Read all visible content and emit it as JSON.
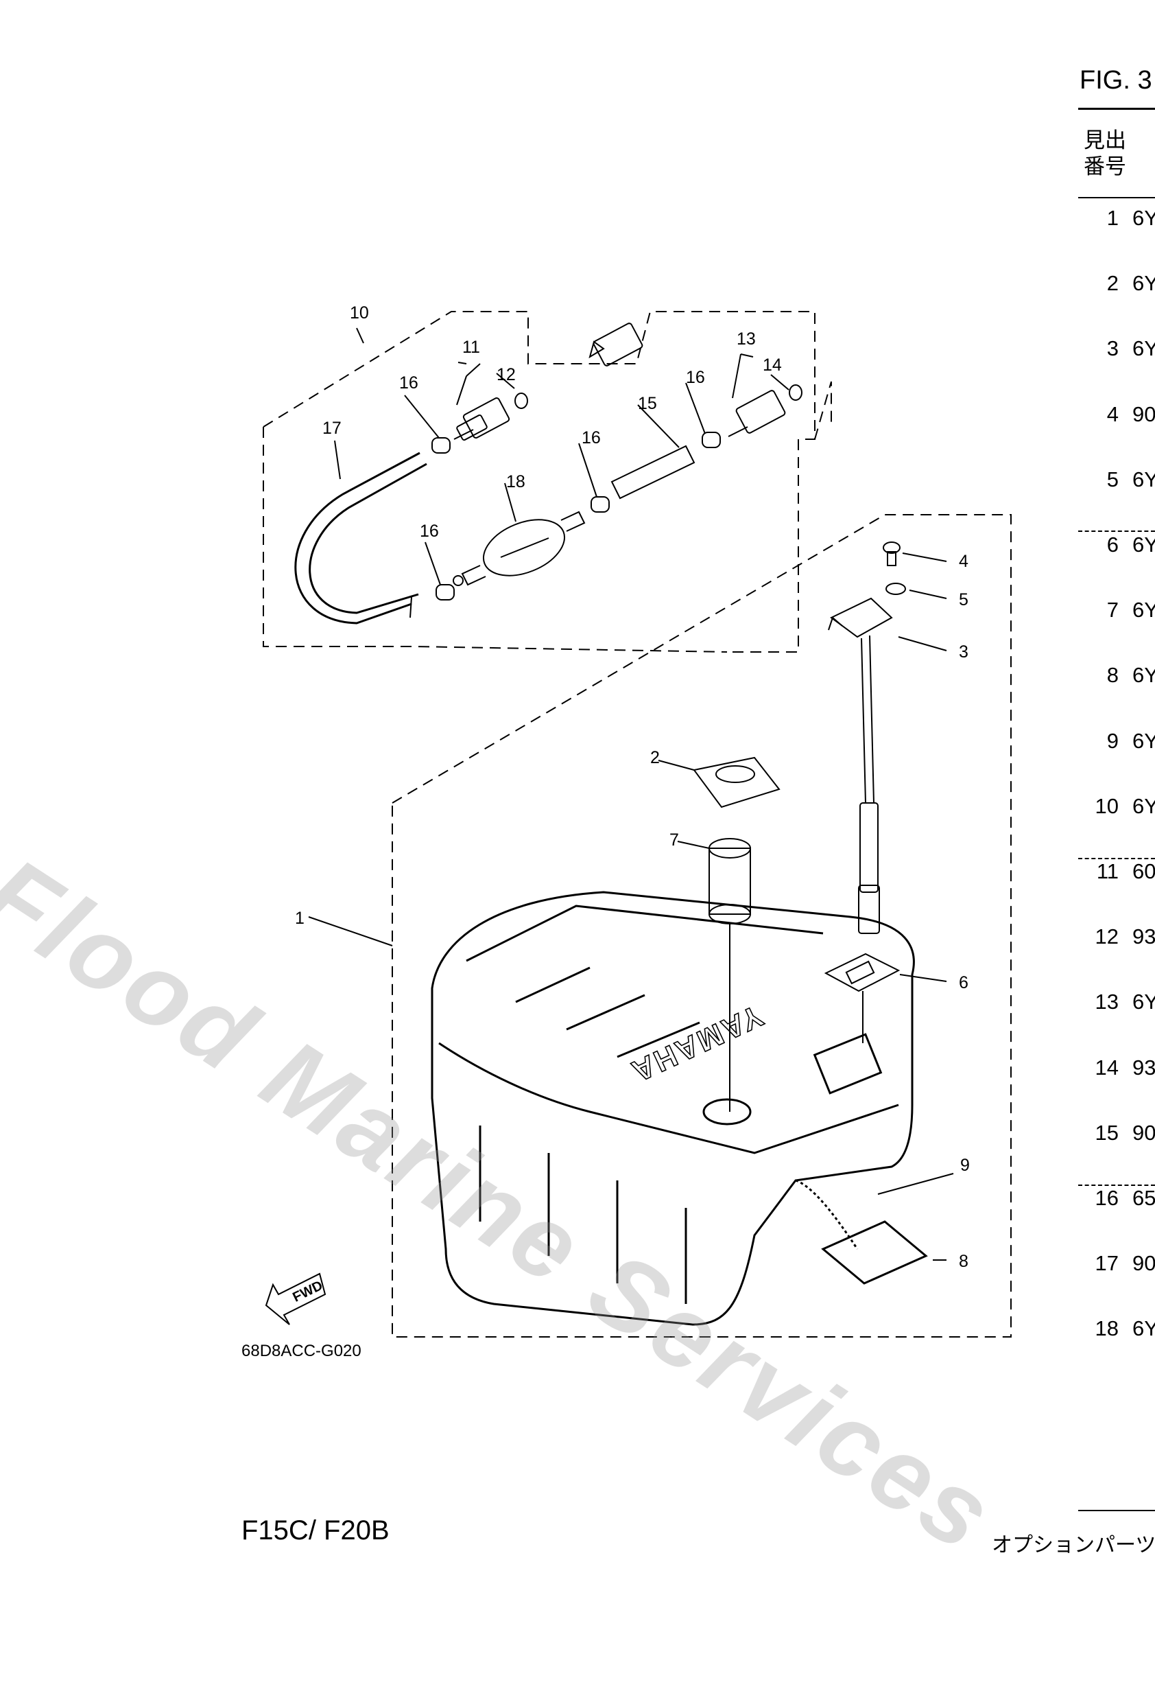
{
  "figure": {
    "title": "FIG. 3"
  },
  "table": {
    "header": "見出\n番号",
    "rows": [
      {
        "no": "1",
        "code": "6Y"
      },
      {
        "no": "2",
        "code": "6Y"
      },
      {
        "no": "3",
        "code": "6Y"
      },
      {
        "no": "4",
        "code": "90"
      },
      {
        "no": "5",
        "code": "6Y"
      },
      {
        "no": "6",
        "code": "6Y"
      },
      {
        "no": "7",
        "code": "6Y"
      },
      {
        "no": "8",
        "code": "6Y"
      },
      {
        "no": "9",
        "code": "6Y"
      },
      {
        "no": "10",
        "code": "6Y"
      },
      {
        "no": "11",
        "code": "60"
      },
      {
        "no": "12",
        "code": "93"
      },
      {
        "no": "13",
        "code": "6Y"
      },
      {
        "no": "14",
        "code": "93"
      },
      {
        "no": "15",
        "code": "90"
      },
      {
        "no": "16",
        "code": "65"
      },
      {
        "no": "17",
        "code": "90"
      },
      {
        "no": "18",
        "code": "6Y"
      }
    ]
  },
  "callouts": [
    "1",
    "2",
    "3",
    "4",
    "5",
    "6",
    "7",
    "8",
    "9",
    "10",
    "11",
    "12",
    "13",
    "14",
    "15",
    "16",
    "17",
    "18"
  ],
  "drawing_code": "68D8ACC-G020",
  "fwd_label": "FWD",
  "tank_brand": "YAMAHA",
  "model": "F15C/ F20B",
  "option_text": "オプションパーツ",
  "watermark": "Flood Marine Services",
  "icons": {
    "fwd_arrow": "fwd-arrow-icon"
  }
}
